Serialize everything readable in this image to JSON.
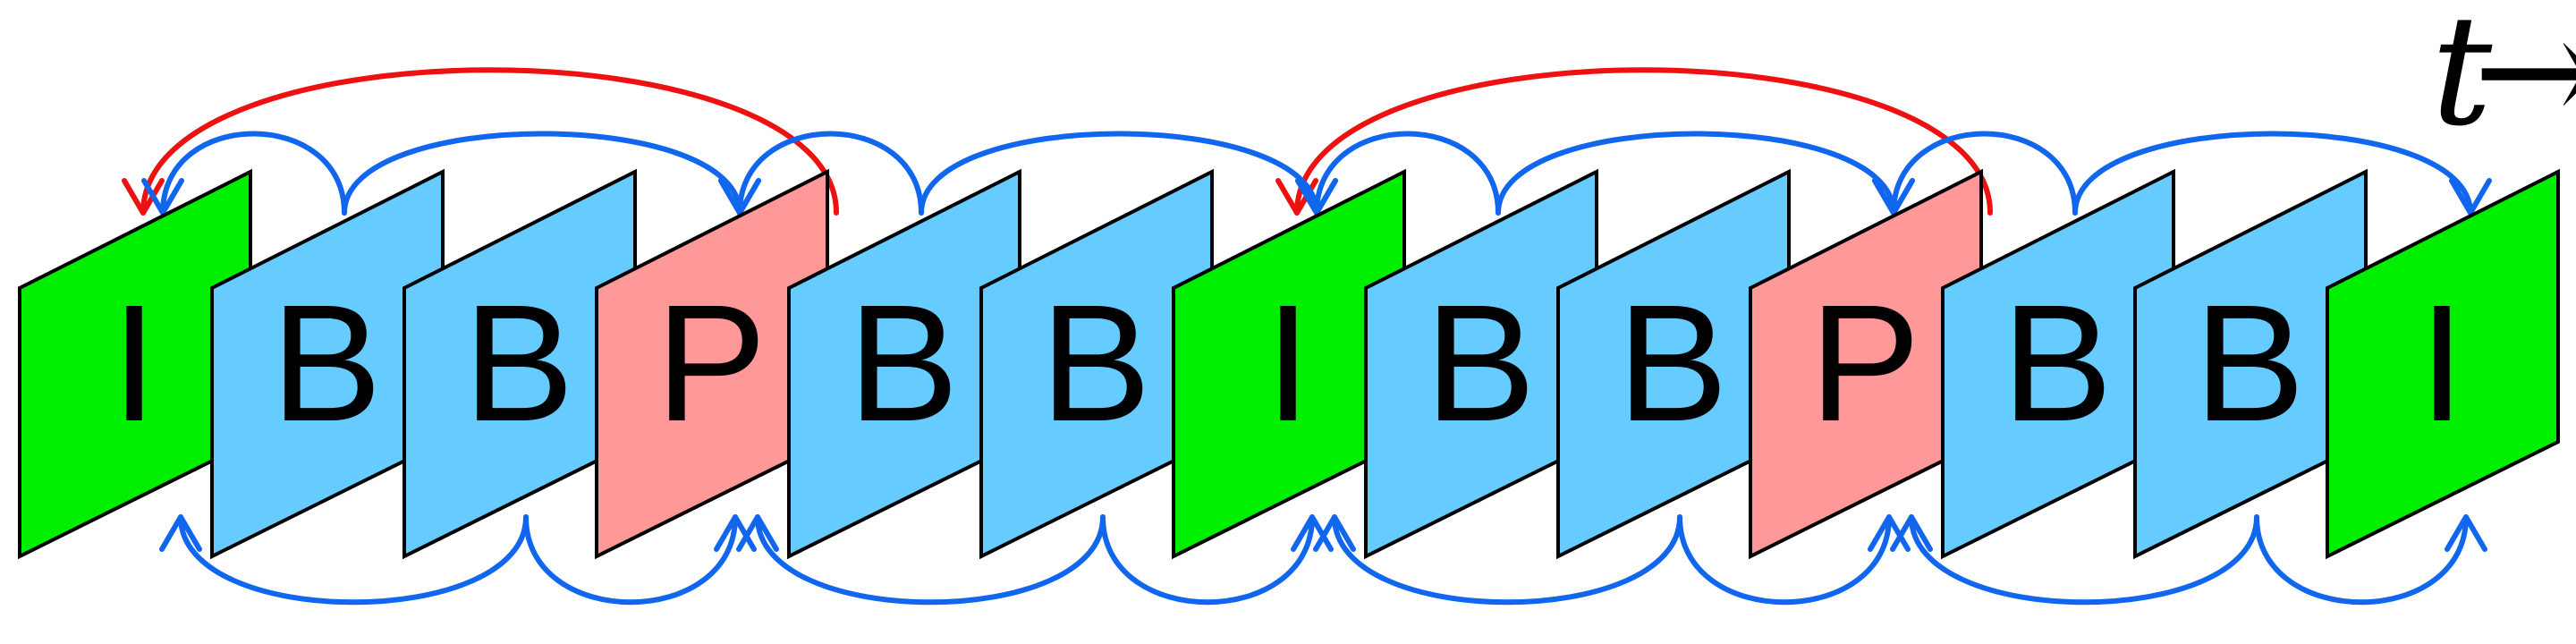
{
  "frames": [
    {
      "type": "I",
      "label": "I"
    },
    {
      "type": "B",
      "label": "B"
    },
    {
      "type": "B",
      "label": "B"
    },
    {
      "type": "P",
      "label": "P"
    },
    {
      "type": "B",
      "label": "B"
    },
    {
      "type": "B",
      "label": "B"
    },
    {
      "type": "I",
      "label": "I"
    },
    {
      "type": "B",
      "label": "B"
    },
    {
      "type": "B",
      "label": "B"
    },
    {
      "type": "P",
      "label": "P"
    },
    {
      "type": "B",
      "label": "B"
    },
    {
      "type": "B",
      "label": "B"
    },
    {
      "type": "I",
      "label": "I"
    }
  ],
  "colors": {
    "I": "#00ee00",
    "B": "#66ccff",
    "P": "#ff9999",
    "forward_prediction": "#ee1111",
    "bidirectional_prediction": "#1166ee",
    "outline": "#000000"
  },
  "predictions": {
    "forward": [
      {
        "from": 3,
        "to": 0
      },
      {
        "from": 9,
        "to": 6
      }
    ],
    "top": [
      {
        "from": 1,
        "to": 0
      },
      {
        "from": 1,
        "to": 3
      },
      {
        "from": 4,
        "to": 3
      },
      {
        "from": 4,
        "to": 6
      },
      {
        "from": 7,
        "to": 6
      },
      {
        "from": 7,
        "to": 9
      },
      {
        "from": 10,
        "to": 9
      },
      {
        "from": 10,
        "to": 12
      }
    ],
    "bottom": [
      {
        "from": 2,
        "to": 0
      },
      {
        "from": 2,
        "to": 3
      },
      {
        "from": 5,
        "to": 3
      },
      {
        "from": 5,
        "to": 6
      },
      {
        "from": 8,
        "to": 6
      },
      {
        "from": 8,
        "to": 9
      },
      {
        "from": 11,
        "to": 9
      },
      {
        "from": 11,
        "to": 12
      }
    ]
  },
  "time_axis": {
    "label": "t",
    "arrow": "→"
  }
}
